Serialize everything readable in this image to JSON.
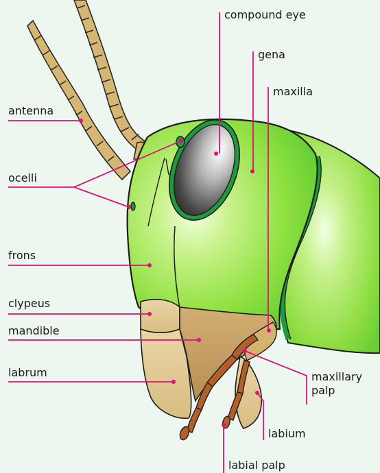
{
  "colors": {
    "background": "#eef6f0",
    "leader_line": "#e0107a",
    "head_green_light": "#e9fbc8",
    "head_green": "#8fe040",
    "head_green_dark": "#3ab02b",
    "eye_rim": "#1f9a3c",
    "mouthparts_tan": "#e4cd96",
    "mouthparts_brown": "#c9a368",
    "palp_brown": "#b35e2b",
    "antenna_tan": "#d5b673"
  },
  "labels": {
    "compound_eye": "compound eye",
    "gena": "gena",
    "maxilla": "maxilla",
    "antenna": "antenna",
    "ocelli": "ocelli",
    "frons": "frons",
    "clypeus": "clypeus",
    "mandible": "mandible",
    "labrum": "labrum",
    "maxillary_palp": "maxillary\npalp",
    "labium": "labium",
    "labial_palp": "labial palp"
  }
}
